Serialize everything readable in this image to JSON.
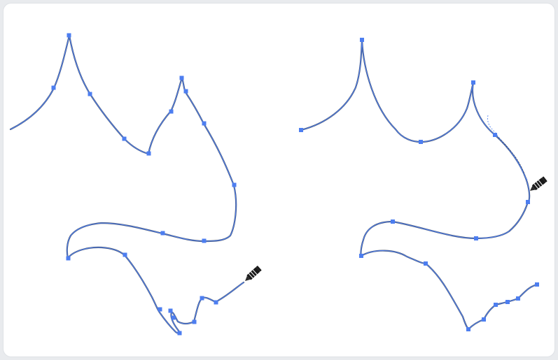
{
  "colors": {
    "page_background": "#e9ebee",
    "card_background": "#ffffff",
    "card_border": "#dfe2e6",
    "path_stroke": "#4d7ef0",
    "anchor_fill": "#4d7ef0",
    "ink_stroke": "#2c3a55",
    "pencil_body": "#1a1a1a"
  },
  "panels": [
    {
      "name": "left-panel",
      "anchor_count": 21,
      "tool_icon": "pencil-icon"
    },
    {
      "name": "right-panel",
      "anchor_count": 16,
      "tool_icon": "pencil-icon"
    }
  ]
}
